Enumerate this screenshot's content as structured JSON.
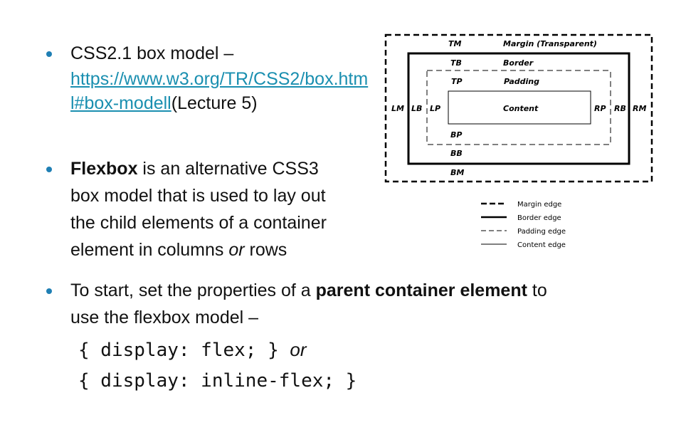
{
  "bullets": {
    "b1": {
      "line1": "CSS2.1 box model –",
      "link_line1": "https://www.w3.org/TR/CSS2/box.htm",
      "link_line2": "l#box-modell",
      "suffix": "(Lecture 5)"
    },
    "b2": {
      "bold": "Flexbox",
      "line1_rest": " is an alternative CSS3",
      "line2": "box model that is used to lay out",
      "line3": "the child elements of a container",
      "line4_pre": "element in columns ",
      "line4_ital": "or",
      "line4_post": " rows"
    },
    "b3": {
      "line1_pre": "To start, set the properties of a ",
      "line1_bold": "parent container element",
      "line1_post": " to",
      "line2": "use the flexbox model –"
    }
  },
  "code": {
    "line1": "{ display: flex; } ",
    "line1_ital": "or",
    "line2": "{ display: inline-flex; }"
  },
  "diagram": {
    "labels": {
      "tm": "TM",
      "margin_title": "Margin (Transparent)",
      "tb": "TB",
      "border": "Border",
      "tp": "TP",
      "padding": "Padding",
      "lm": "LM",
      "lb": "LB",
      "lp": "LP",
      "content": "Content",
      "rp": "RP",
      "rb": "RB",
      "rm": "RM",
      "bp": "BP",
      "bb": "BB",
      "bm": "BM"
    },
    "legend": {
      "margin_edge": "Margin edge",
      "border_edge": "Border edge",
      "padding_edge": "Padding edge",
      "content_edge": "Content edge"
    }
  }
}
